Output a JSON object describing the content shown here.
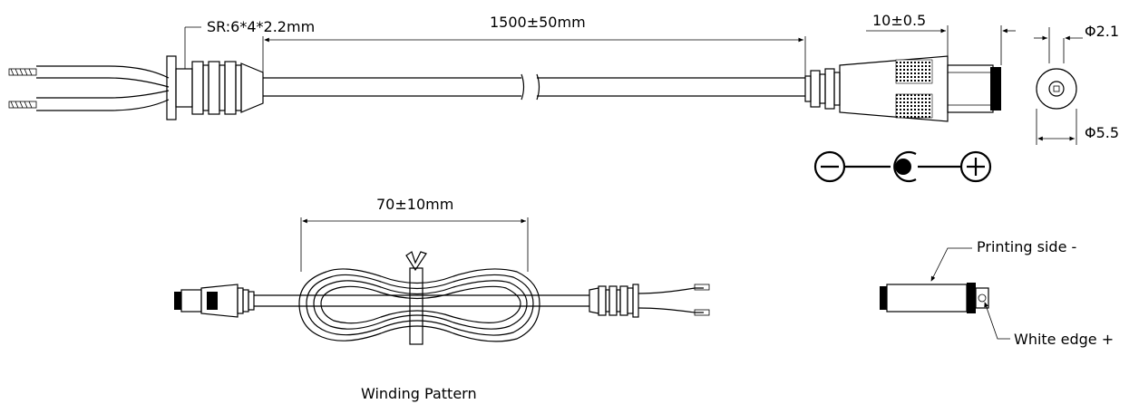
{
  "dimensions": {
    "strain_relief": "SR:6*4*2.2mm",
    "cable_length": "1500±50mm",
    "plug_length": "10±0.5",
    "inner_diameter": "Φ2.1",
    "outer_diameter": "Φ5.5",
    "winding_width": "70±10mm"
  },
  "labels": {
    "winding_title": "Winding Pattern",
    "printing_side": "Printing side  -",
    "white_edge": "White edge +"
  },
  "polarity": {
    "negative_symbol": "minus-icon",
    "center_symbol": "center-pin-icon",
    "positive_symbol": "plus-icon"
  }
}
